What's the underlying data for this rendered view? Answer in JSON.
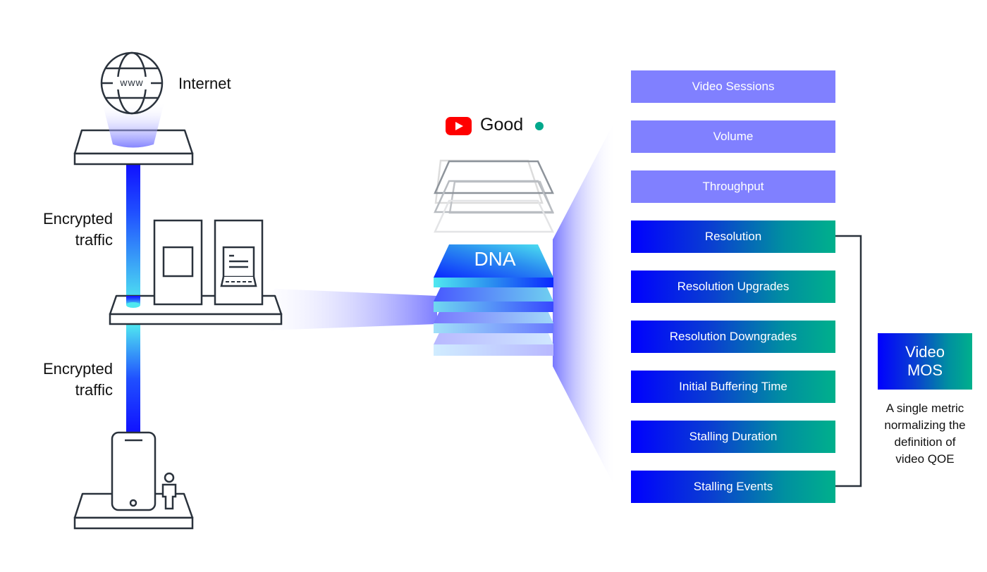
{
  "nodes": {
    "internet": {
      "label": "Internet",
      "icon": "globe-www-icon",
      "icon_text": "www"
    },
    "middle": {
      "icons": [
        "server-icon",
        "laptop-icon"
      ]
    },
    "device": {
      "icons": [
        "smartphone-icon",
        "user-icon"
      ]
    }
  },
  "links": {
    "upper": {
      "label_line1": "Encrypted",
      "label_line2": "traffic"
    },
    "lower": {
      "label_line1": "Encrypted",
      "label_line2": "traffic"
    }
  },
  "status": {
    "app_icon": "youtube-icon",
    "label": "Good",
    "indicator_color": "#00a88c"
  },
  "engine": {
    "label": "DNA"
  },
  "metrics": {
    "basic": [
      {
        "label": "Video Sessions"
      },
      {
        "label": "Volume"
      },
      {
        "label": "Throughput"
      }
    ],
    "qoe": [
      {
        "label": "Resolution"
      },
      {
        "label": "Resolution Upgrades"
      },
      {
        "label": "Resolution Downgrades"
      },
      {
        "label": "Initial Buffering Time"
      },
      {
        "label": "Stalling Duration"
      },
      {
        "label": "Stalling Events"
      }
    ]
  },
  "result": {
    "title_line1": "Video",
    "title_line2": "MOS",
    "caption_line1": "A single metric",
    "caption_line2": "normalizing the",
    "caption_line3": "definition of",
    "caption_line4": "video QOE"
  },
  "colors": {
    "accent_blue": "#0000ff",
    "accent_teal": "#00b08c",
    "light_purple": "#8080ff",
    "stroke": "#2a323c"
  }
}
